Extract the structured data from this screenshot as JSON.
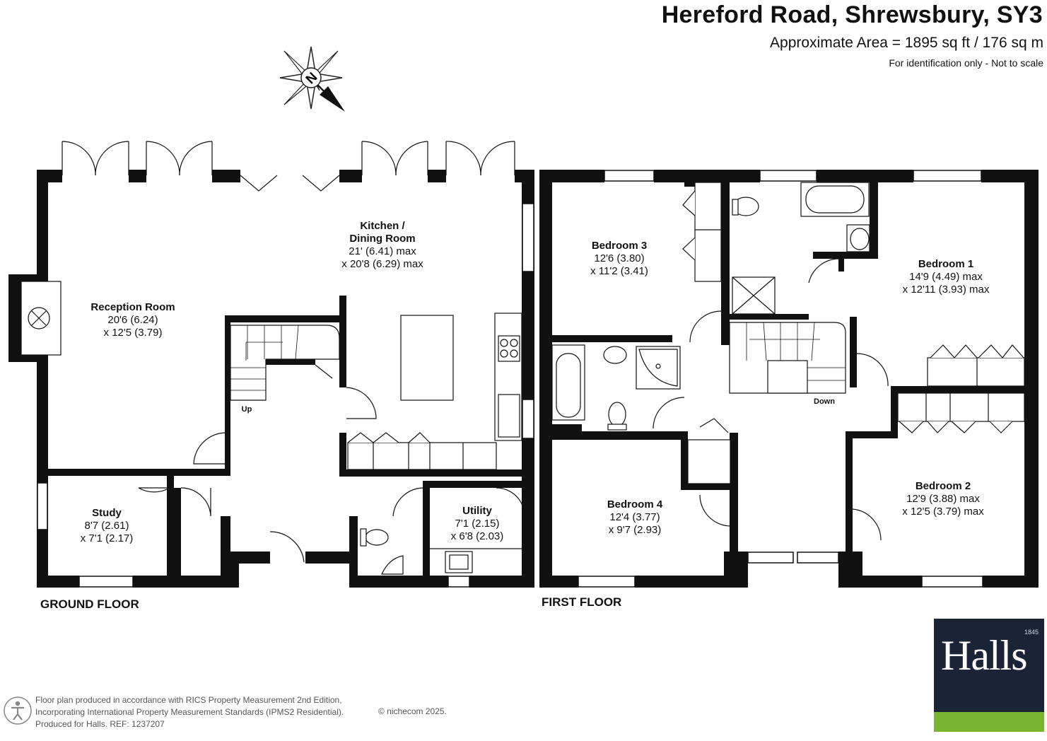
{
  "header": {
    "title": "Hereford Road, Shrewsbury, SY3",
    "area": "Approximate Area = 1895 sq ft / 176 sq m",
    "note": "For identification only - Not to scale"
  },
  "compass": {
    "letter": "N"
  },
  "ground_floor": {
    "label": "GROUND FLOOR",
    "up_label": "Up",
    "rooms": [
      {
        "name": "Reception Room",
        "dim1": "20'6 (6.24)",
        "dim2": "x 12'5 (3.79)"
      },
      {
        "name": "Kitchen /",
        "name2": "Dining Room",
        "dim1": "21' (6.41) max",
        "dim2": "x 20'8 (6.29) max"
      },
      {
        "name": "Study",
        "dim1": "8'7 (2.61)",
        "dim2": "x 7'1 (2.17)"
      },
      {
        "name": "Utility",
        "dim1": "7'1 (2.15)",
        "dim2": "x 6'8 (2.03)"
      }
    ]
  },
  "first_floor": {
    "label": "FIRST FLOOR",
    "down_label": "Down",
    "rooms": [
      {
        "name": "Bedroom 3",
        "dim1": "12'6 (3.80)",
        "dim2": "x 11'2 (3.41)"
      },
      {
        "name": "Bedroom 1",
        "dim1": "14'9 (4.49) max",
        "dim2": "x 12'11 (3.93) max"
      },
      {
        "name": "Bedroom 4",
        "dim1": "12'4 (3.77)",
        "dim2": "x 9'7 (2.93)"
      },
      {
        "name": "Bedroom 2",
        "dim1": "12'9 (3.88) max",
        "dim2": "x 12'5 (3.79) max"
      }
    ]
  },
  "footer": {
    "line1": "Floor plan produced in accordance with RICS Property Measurement 2nd Edition,",
    "line2": "Incorporating International Property Measurement Standards (IPMS2 Residential).",
    "line3": "Produced for Halls.   REF: 1237207",
    "copyright": "© nichecom 2025."
  },
  "logo": {
    "word": "Halls",
    "year": "1845"
  },
  "colors": {
    "wall": "#111111",
    "logo_bg": "#1b2437",
    "logo_green": "#7ab532"
  }
}
